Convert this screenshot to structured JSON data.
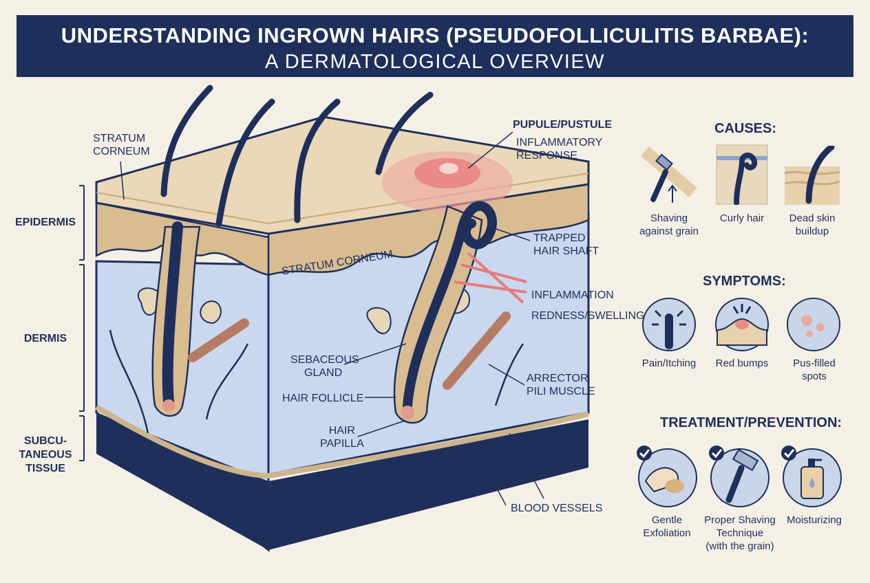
{
  "title": {
    "line1": "UNDERSTANDING INGROWN HAIRS (PSEUDOFOLLICULITIS BARBAE):",
    "line2": "A DERMATOLOGICAL OVERVIEW"
  },
  "layers": {
    "epidermis": "EPIDERMIS",
    "dermis": "DERMIS",
    "subcutaneous_1": "SUBCU-",
    "subcutaneous_2": "TANEOUS",
    "subcutaneous_3": "TISSUE"
  },
  "labels": {
    "stratum_corneum_top_1": "STRATUM",
    "stratum_corneum_top_2": "CORNEUM",
    "stratum_corneum_band": "STRATUM CORNEUM",
    "pustule_title": "PUPULE/PUSTULE",
    "pustule_desc_1": "INFLAMMATORY",
    "pustule_desc_2": "RESPONSE",
    "trapped_1": "TRAPPED",
    "trapped_2": "HAIR SHAFT",
    "inflammation": "INFLAMMATION",
    "redness": "REDNESS/SWELLING",
    "sebaceous_1": "SEBACEOUS",
    "sebaceous_2": "GLAND",
    "hair_follicle": "HAIR FOLLICLE",
    "papilla_1": "HAIR",
    "papilla_2": "PAPILLA",
    "arrector_1": "ARRECTOR",
    "arrector_2": "PILI MUSCLE",
    "blood_vessels": "BLOOD VESSELS"
  },
  "causes": {
    "heading": "CAUSES:",
    "items": [
      {
        "line1": "Shaving",
        "line2": "against grain",
        "icon": "razor-icon"
      },
      {
        "line1": "Curly hair",
        "line2": "",
        "icon": "curly-hair-icon"
      },
      {
        "line1": "Dead skin",
        "line2": "buildup",
        "icon": "dead-skin-icon"
      }
    ]
  },
  "symptoms": {
    "heading": "SYMPTOMS:",
    "items": [
      {
        "line1": "Pain/Itching",
        "line2": "",
        "icon": "pain-icon"
      },
      {
        "line1": "Red bumps",
        "line2": "",
        "icon": "red-bump-icon"
      },
      {
        "line1": "Pus-filled",
        "line2": "spots",
        "icon": "pus-spots-icon"
      }
    ]
  },
  "treatment": {
    "heading": "TREATMENT/PREVENTION:",
    "items": [
      {
        "line1": "Gentle",
        "line2": "Exfoliation",
        "line3": "",
        "icon": "exfoliation-icon"
      },
      {
        "line1": "Proper Shaving",
        "line2": "Technique",
        "line3": "(with the grain)",
        "icon": "razor-icon"
      },
      {
        "line1": "Moisturizing",
        "line2": "",
        "line3": "",
        "icon": "lotion-bottle-icon"
      }
    ]
  },
  "colors": {
    "navy": "#1e2f5c",
    "skin": "#e8d2ad",
    "dermis": "#c9d8ee",
    "inflammation": "#e57b7b",
    "background": "#f5f0e6"
  }
}
